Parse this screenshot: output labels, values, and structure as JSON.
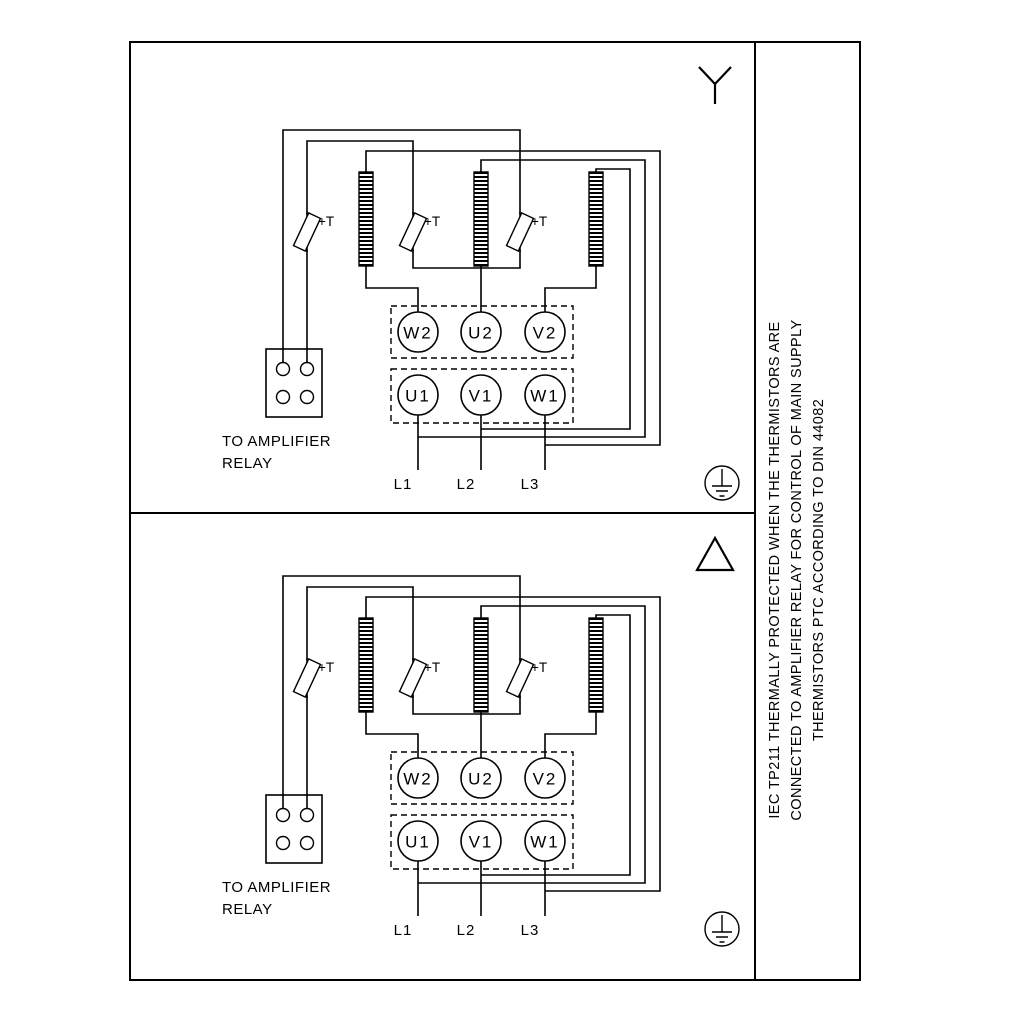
{
  "diagram": {
    "relay_caption": [
      "TO AMPLIFIER",
      "RELAY"
    ],
    "thermistor_label": "+T",
    "terminals_top": [
      "W2",
      "U2",
      "V2"
    ],
    "terminals_bottom": [
      "U1",
      "V1",
      "W1"
    ],
    "supply_lines": [
      "L1",
      "L2",
      "L3"
    ],
    "panels": [
      {
        "symbol": "star"
      },
      {
        "symbol": "delta"
      }
    ],
    "icons": [
      "star-symbol",
      "delta-symbol",
      "ground-symbol",
      "coil-winding",
      "thermistor-symbol",
      "relay-contact-block"
    ]
  },
  "note": {
    "line1": "IEC TP211 THERMALLY PROTECTED WHEN THE THERMISTORS ARE",
    "line2": "CONNECTED TO AMPLIFIER RELAY FOR CONTROL OF MAIN SUPPLY",
    "line3": "THERMISTORS PTC ACCORDING TO DIN 44082"
  },
  "colors": {
    "line": "#000000",
    "background": "#ffffff"
  }
}
